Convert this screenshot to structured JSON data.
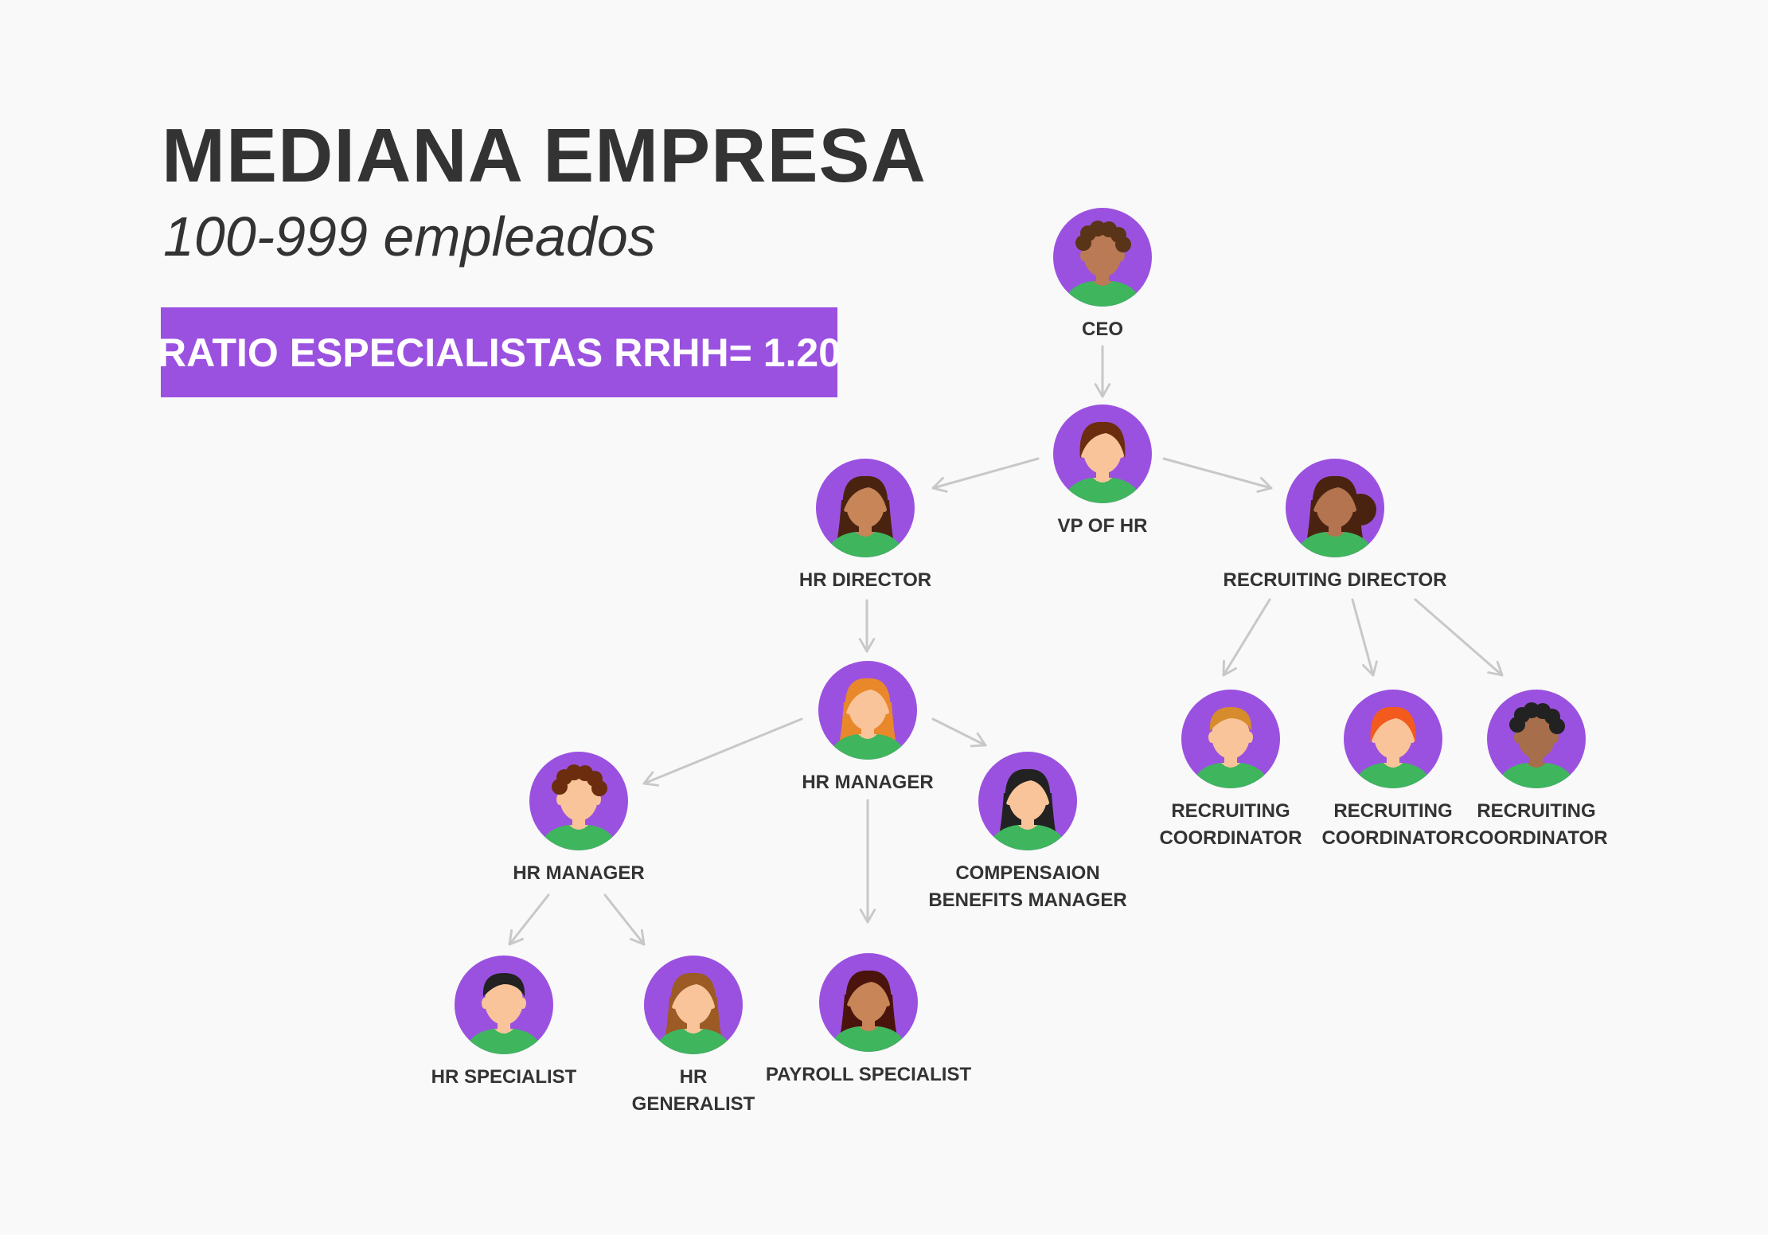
{
  "header": {
    "title": "MEDIANA EMPRESA",
    "subtitle": "100-999 empleados",
    "ratio_label": "RATIO ESPECIALISTAS RRHH= 1.20"
  },
  "colors": {
    "avatar_bg": "#9b51e0",
    "connector": "#c8c8c8",
    "shirt": "#3fb55e",
    "text": "#333333"
  },
  "nodes": [
    {
      "id": "ceo",
      "label": [
        "CEO"
      ],
      "hair": "#5a3418",
      "skin": "#b97a55",
      "style": "curly"
    },
    {
      "id": "vp_hr",
      "label": [
        "VP OF HR"
      ],
      "hair": "#6b2d0e",
      "skin": "#f9c49a",
      "style": "bob"
    },
    {
      "id": "hr_director",
      "label": [
        "HR DIRECTOR"
      ],
      "hair": "#4a2310",
      "skin": "#c78558",
      "style": "long"
    },
    {
      "id": "recruiting_director",
      "label": [
        "RECRUITING DIRECTOR"
      ],
      "hair": "#4a2310",
      "skin": "#b47450",
      "style": "bun"
    },
    {
      "id": "hr_manager_1",
      "label": [
        "HR MANAGER"
      ],
      "hair": "#e8882b",
      "skin": "#f9c49a",
      "style": "ponytail"
    },
    {
      "id": "hr_manager_2",
      "label": [
        "HR MANAGER"
      ],
      "hair": "#6b2d0e",
      "skin": "#f9c49a",
      "style": "curly"
    },
    {
      "id": "comp_benefits",
      "label": [
        "COMPENSAION",
        "BENEFITS MANAGER"
      ],
      "hair": "#222222",
      "skin": "#f9c49a",
      "style": "long"
    },
    {
      "id": "rc_1",
      "label": [
        "RECRUITING",
        "COORDINATOR"
      ],
      "hair": "#d68b2d",
      "skin": "#f9c49a",
      "style": "short"
    },
    {
      "id": "rc_2",
      "label": [
        "RECRUITING",
        "COORDINATOR"
      ],
      "hair": "#f25a1e",
      "skin": "#f9c49a",
      "style": "bob"
    },
    {
      "id": "rc_3",
      "label": [
        "RECRUITING",
        "COORDINATOR"
      ],
      "hair": "#222222",
      "skin": "#a66e4a",
      "style": "curly"
    },
    {
      "id": "hr_specialist",
      "label": [
        "HR SPECIALIST"
      ],
      "hair": "#222222",
      "skin": "#f9c49a",
      "style": "short"
    },
    {
      "id": "hr_generalist",
      "label": [
        "HR",
        "GENERALIST"
      ],
      "hair": "#9c5a24",
      "skin": "#f9c49a",
      "style": "long"
    },
    {
      "id": "payroll_specialist",
      "label": [
        "PAYROLL SPECIALIST"
      ],
      "hair": "#4a140c",
      "skin": "#c78558",
      "style": "long"
    }
  ],
  "edges": [
    [
      "ceo",
      "vp_hr"
    ],
    [
      "vp_hr",
      "hr_director"
    ],
    [
      "vp_hr",
      "recruiting_director"
    ],
    [
      "hr_director",
      "hr_manager_1"
    ],
    [
      "hr_manager_1",
      "hr_manager_2"
    ],
    [
      "hr_manager_1",
      "comp_benefits"
    ],
    [
      "hr_manager_1",
      "payroll_specialist"
    ],
    [
      "hr_manager_2",
      "hr_specialist"
    ],
    [
      "hr_manager_2",
      "hr_generalist"
    ],
    [
      "recruiting_director",
      "rc_1"
    ],
    [
      "recruiting_director",
      "rc_2"
    ],
    [
      "recruiting_director",
      "rc_3"
    ]
  ]
}
